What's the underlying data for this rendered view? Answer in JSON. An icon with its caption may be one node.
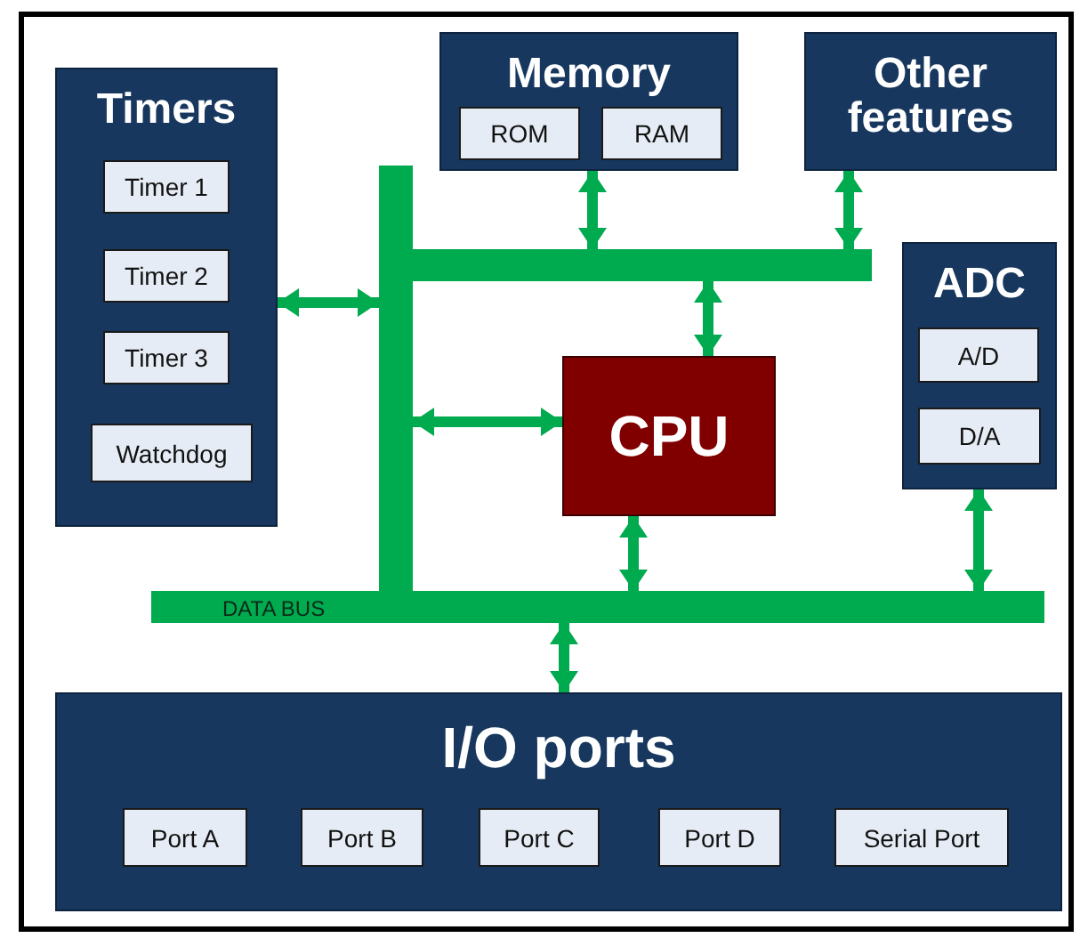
{
  "diagram": {
    "nodes": [
      {
        "text": [
          "Timers"
        ]
      },
      {
        "text": [
          "Timer 1"
        ],
        "in": 0
      },
      {
        "text": [
          "Timer 2"
        ],
        "in": 0
      },
      {
        "text": [
          "Timer 3"
        ],
        "in": 0
      },
      {
        "text": [
          "Watchdog"
        ],
        "in": 0
      },
      {
        "text": [
          "Memory"
        ]
      },
      {
        "text": [
          "ROM"
        ],
        "in": 5
      },
      {
        "text": [
          "RAM"
        ],
        "in": 5
      },
      {
        "text": [
          "Other features"
        ]
      },
      {
        "text": [
          "ADC"
        ]
      },
      {
        "text": [
          "A/D"
        ],
        "in": 9
      },
      {
        "text": [
          "D/A"
        ],
        "in": 9
      },
      {
        "text": [],
        "shape": "bar"
      },
      {
        "text": [],
        "shape": "bar"
      },
      {
        "text": [
          "CPU"
        ]
      },
      {
        "text": [
          "DATA BUS"
        ]
      },
      {
        "text": [
          "I/O ports"
        ]
      },
      {
        "text": [
          "Port A"
        ],
        "in": 16
      },
      {
        "text": [
          "Port B"
        ],
        "in": 16
      },
      {
        "text": [
          "Port C"
        ],
        "in": 16
      },
      {
        "text": [
          "Port D"
        ],
        "in": 16
      },
      {
        "text": [
          "Serial Port"
        ],
        "in": 16
      }
    ],
    "edges": [
      {
        "from": 12,
        "to": 0,
        "arrow": "both"
      },
      {
        "from": 13,
        "to": 5,
        "arrow": "both"
      },
      {
        "from": 13,
        "to": 8,
        "arrow": "both"
      },
      {
        "from": 13,
        "to": 14,
        "arrow": "both"
      },
      {
        "from": 12,
        "to": 14,
        "arrow": "both"
      },
      {
        "from": 15,
        "to": 14,
        "arrow": "both"
      },
      {
        "from": 15,
        "to": 9,
        "arrow": "both"
      },
      {
        "from": 15,
        "to": 16,
        "arrow": "both"
      }
    ]
  }
}
